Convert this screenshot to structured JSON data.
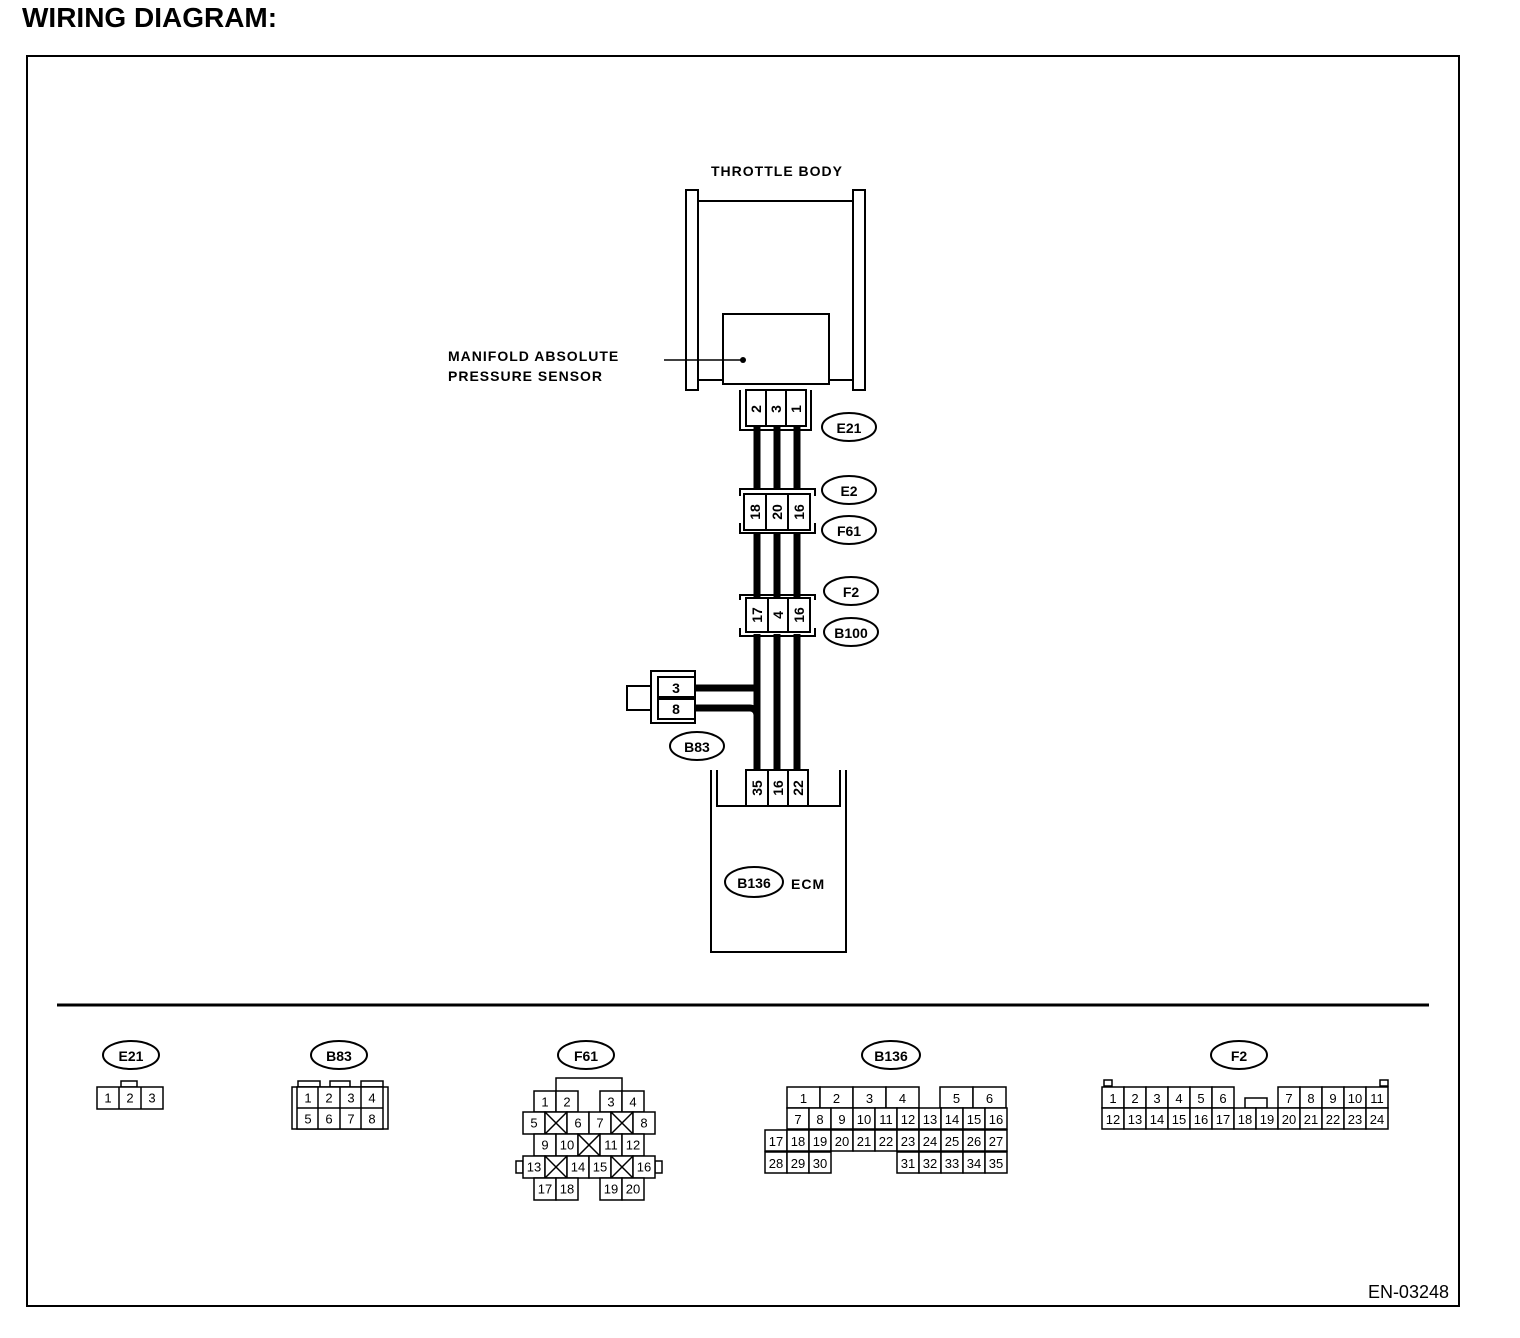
{
  "title": "WIRING DIAGRAM:",
  "diagram": {
    "throttle_body_label": "THROTTLE BODY",
    "sensor_label_line1": "MANIFOLD ABSOLUTE",
    "sensor_label_line2": "PRESSURE SENSOR",
    "ecm_label": "ECM",
    "e21": {
      "code": "E21",
      "pins": [
        "2",
        "3",
        "1"
      ]
    },
    "e2_f61": {
      "codes": [
        "E2",
        "F61"
      ],
      "pins": [
        "18",
        "20",
        "16"
      ]
    },
    "f2_b100": {
      "codes": [
        "F2",
        "B100"
      ],
      "pins": [
        "17",
        "4",
        "16"
      ]
    },
    "b83": {
      "code": "B83",
      "pins": [
        "3",
        "8"
      ]
    },
    "b136": {
      "code": "B136",
      "pins": [
        "35",
        "16",
        "22"
      ]
    }
  },
  "connectors": {
    "e21": {
      "code": "E21",
      "cells": [
        "1",
        "2",
        "3"
      ]
    },
    "b83": {
      "code": "B83",
      "rows": [
        [
          "1",
          "2",
          "3",
          "4"
        ],
        [
          "5",
          "6",
          "7",
          "8"
        ]
      ]
    },
    "f61": {
      "code": "F61",
      "cells": [
        "1",
        "2",
        "3",
        "4",
        "5",
        "6",
        "7",
        "8",
        "9",
        "10",
        "11",
        "12",
        "13",
        "14",
        "15",
        "16",
        "17",
        "18",
        "19",
        "20"
      ]
    },
    "b136": {
      "code": "B136",
      "cells": [
        "1",
        "2",
        "3",
        "4",
        "5",
        "6",
        "7",
        "8",
        "9",
        "10",
        "11",
        "12",
        "13",
        "14",
        "15",
        "16",
        "17",
        "18",
        "19",
        "20",
        "21",
        "22",
        "23",
        "24",
        "25",
        "26",
        "27",
        "28",
        "29",
        "30",
        "31",
        "32",
        "33",
        "34",
        "35"
      ]
    },
    "f2": {
      "code": "F2",
      "rows": [
        [
          "1",
          "2",
          "3",
          "4",
          "5",
          "6",
          "7",
          "8",
          "9",
          "10",
          "11"
        ],
        [
          "12",
          "13",
          "14",
          "15",
          "16",
          "17",
          "18",
          "19",
          "20",
          "21",
          "22",
          "23",
          "24"
        ]
      ]
    }
  },
  "figure_code": "EN-03248"
}
